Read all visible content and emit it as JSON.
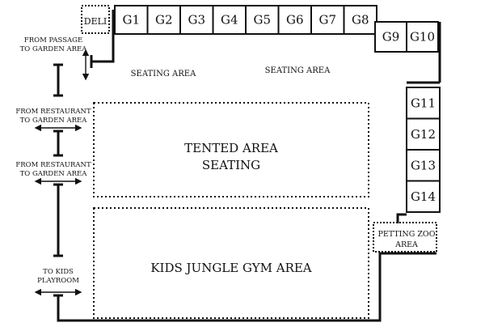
{
  "map": {
    "deli": "DELI",
    "stalls_top": [
      "G1",
      "G2",
      "G3",
      "G4",
      "G5",
      "G6",
      "G7",
      "G8"
    ],
    "stalls_corner": [
      "G9",
      "G10"
    ],
    "stalls_right": [
      "G11",
      "G12",
      "G13",
      "G14"
    ],
    "seating_left": "SEATING AREA",
    "seating_right": "SEATING AREA",
    "tented_line1": "TENTED AREA",
    "tented_line2": "SEATING",
    "kids_gym": "KIDS JUNGLE GYM AREA",
    "petting_line1": "PETTING ZOO",
    "petting_line2": "AREA",
    "entrance_passage_line1": "FROM PASSAGE",
    "entrance_passage_line2": "TO GARDEN AREA",
    "entrance_restaurant1_line1": "FROM RESTAURANT",
    "entrance_restaurant1_line2": "TO GARDEN AREA",
    "entrance_restaurant2_line1": "FROM RESTAURANT",
    "entrance_restaurant2_line2": "TO GARDEN AREA",
    "kids_playroom_line1": "TO KIDS",
    "kids_playroom_line2": "PLAYROOM"
  },
  "colors": {
    "ink": "#111111",
    "background": "#ffffff"
  }
}
